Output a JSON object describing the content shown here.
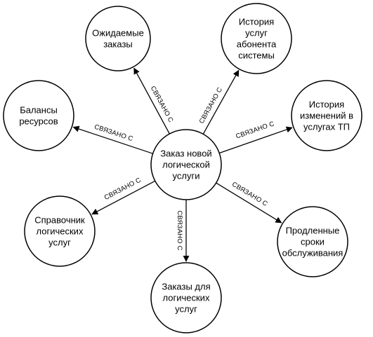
{
  "diagram": {
    "center": {
      "id": "center",
      "label_lines": [
        "Заказ новой",
        "логической",
        "услуги"
      ]
    },
    "nodes": [
      {
        "id": "expected",
        "label_lines": [
          "Ожидаемые",
          "заказы"
        ]
      },
      {
        "id": "history_services",
        "label_lines": [
          "История",
          "услуг",
          "абонента",
          "системы"
        ]
      },
      {
        "id": "history_changes",
        "label_lines": [
          "История",
          "изменений в",
          "услугах ТП"
        ]
      },
      {
        "id": "balances",
        "label_lines": [
          "Балансы",
          "ресурсов"
        ]
      },
      {
        "id": "directory",
        "label_lines": [
          "Справочник",
          "логических",
          "услуг"
        ]
      },
      {
        "id": "orders",
        "label_lines": [
          "Заказы для",
          "логических",
          "услуг"
        ]
      },
      {
        "id": "extended",
        "label_lines": [
          "Продленные",
          "сроки",
          "обслуживания"
        ]
      }
    ],
    "edges": [
      {
        "from": "center",
        "to": "expected",
        "label": "СВЯЗАНО С"
      },
      {
        "from": "center",
        "to": "history_services",
        "label": "СВЯЗАНО С"
      },
      {
        "from": "center",
        "to": "history_changes",
        "label": "СВЯЗАНО С"
      },
      {
        "from": "center",
        "to": "balances",
        "label": "СВЯЗАНО С"
      },
      {
        "from": "center",
        "to": "directory",
        "label": "СВЯЗАНО С"
      },
      {
        "from": "center",
        "to": "orders",
        "label": "СВЯЗАНО С"
      },
      {
        "from": "center",
        "to": "extended",
        "label": "СВЯЗАНО С"
      }
    ]
  }
}
